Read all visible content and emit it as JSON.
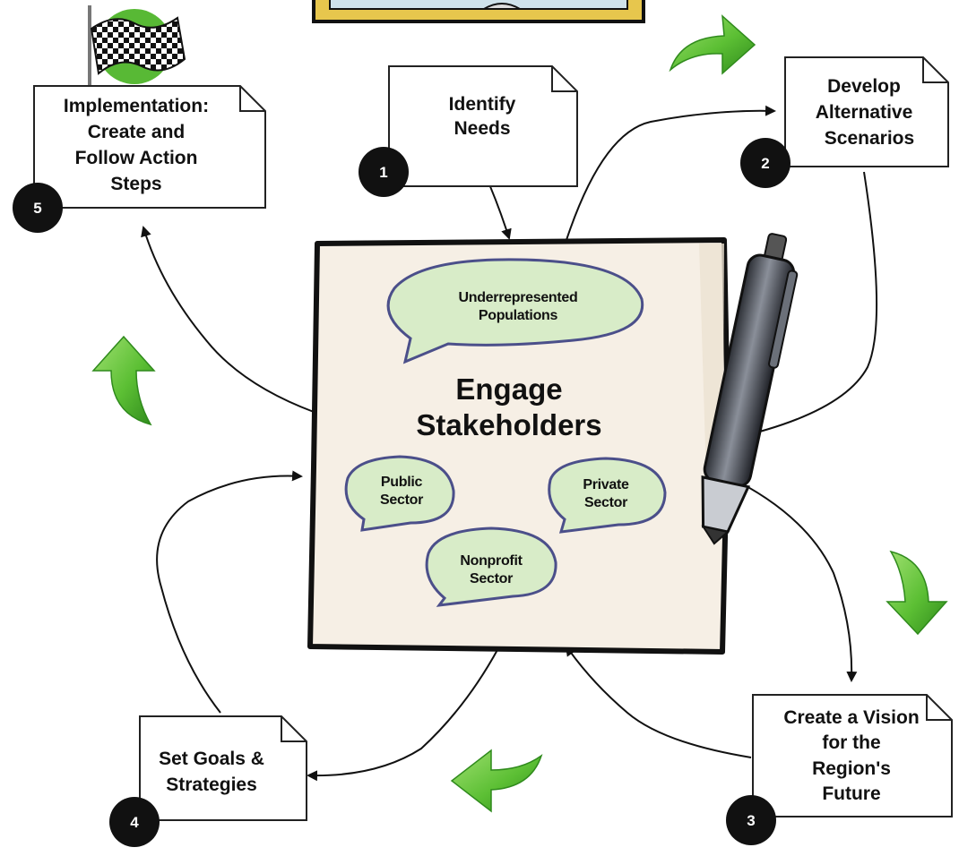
{
  "title": "",
  "center": {
    "title_line1": "Engage",
    "title_line2": "Stakeholders",
    "groups": [
      {
        "line1": "Underrepresented",
        "line2": "Populations"
      },
      {
        "line1": "Public",
        "line2": "Sector"
      },
      {
        "line1": "Private",
        "line2": "Sector"
      },
      {
        "line1": "Nonprofit",
        "line2": "Sector"
      }
    ]
  },
  "steps": [
    {
      "number": "1",
      "lines": [
        "Identify",
        "Needs"
      ]
    },
    {
      "number": "2",
      "lines": [
        "Develop",
        "Alternative",
        "Scenarios"
      ]
    },
    {
      "number": "3",
      "lines": [
        "Create a Vision",
        "for the",
        "Region's",
        "Future"
      ]
    },
    {
      "number": "4",
      "lines": [
        "Set Goals &",
        "Strategies"
      ]
    },
    {
      "number": "5",
      "lines": [
        "Implementation:",
        "Create and",
        "Follow Action",
        "Steps"
      ]
    }
  ],
  "colors": {
    "bubble_fill": "#d8ecc8",
    "bubble_stroke": "#4b4f8a",
    "panel_fill": "#f6efe5",
    "badge": "#111111",
    "cycle_arrow": "#66c13a",
    "cycle_arrow_dark": "#2f8a1c"
  },
  "icons": [
    "checkered-flag-icon",
    "pen-icon",
    "cycle-arrow-icon"
  ]
}
